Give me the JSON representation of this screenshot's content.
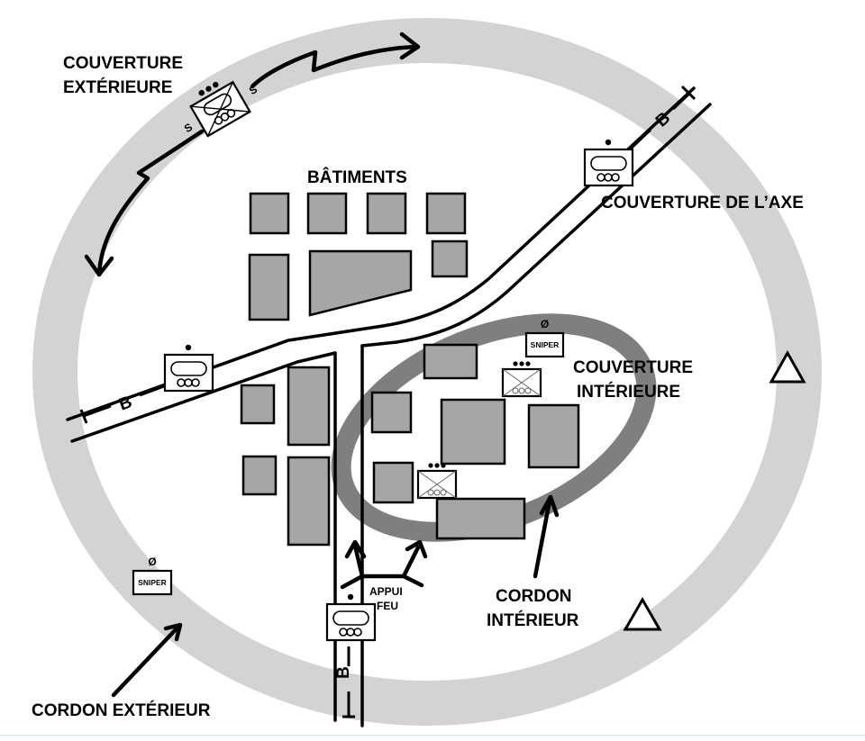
{
  "labels": {
    "outer_cover_line1": "COUVERTURE",
    "outer_cover_line2": "EXTÉRIEURE",
    "buildings": "BÂTIMENTS",
    "axis_cover": "COUVERTURE DE L’AXE",
    "inner_cover_line1": "COUVERTURE",
    "inner_cover_line2": "INTÉRIEURE",
    "inner_cordon_line1": "CORDON",
    "inner_cordon_line2": "INTÉRIEUR",
    "outer_cordon": "CORDON EXTÉRIEUR",
    "fire_support_line1": "APPUI",
    "fire_support_line2": "FEU"
  },
  "route_markers": {
    "B": "B"
  },
  "sniper": {
    "label": "SNIPER",
    "symbol": "Ø"
  },
  "screen_markers": {
    "S": "S"
  },
  "colors": {
    "outer_cordon": "#d3d3d3",
    "inner_cordon": "#7f7f7f",
    "building": "#a6a6a6",
    "line": "#000000"
  }
}
